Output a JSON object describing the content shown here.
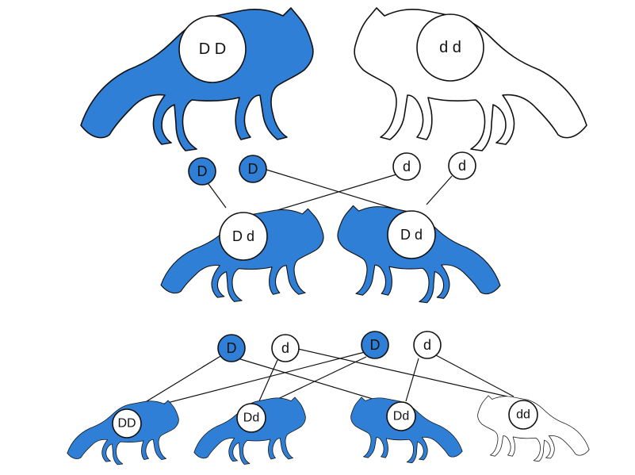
{
  "parents": {
    "dominant": {
      "genotype": "D D",
      "color": "#2f7fd6"
    },
    "recessive": {
      "genotype": "d d",
      "color": "#ffffff"
    }
  },
  "gametes_parent": [
    "D",
    "D",
    "d",
    "d"
  ],
  "f1": [
    {
      "genotype": "D d"
    },
    {
      "genotype": "D d"
    }
  ],
  "gametes_f1": [
    "D",
    "d",
    "D",
    "d"
  ],
  "f2": [
    {
      "genotype": "DD"
    },
    {
      "genotype": "Dd"
    },
    {
      "genotype": "Dd"
    },
    {
      "genotype": "dd"
    }
  ],
  "colors": {
    "blue": "#2f7fd6",
    "outline": "#111111",
    "white": "#ffffff"
  }
}
